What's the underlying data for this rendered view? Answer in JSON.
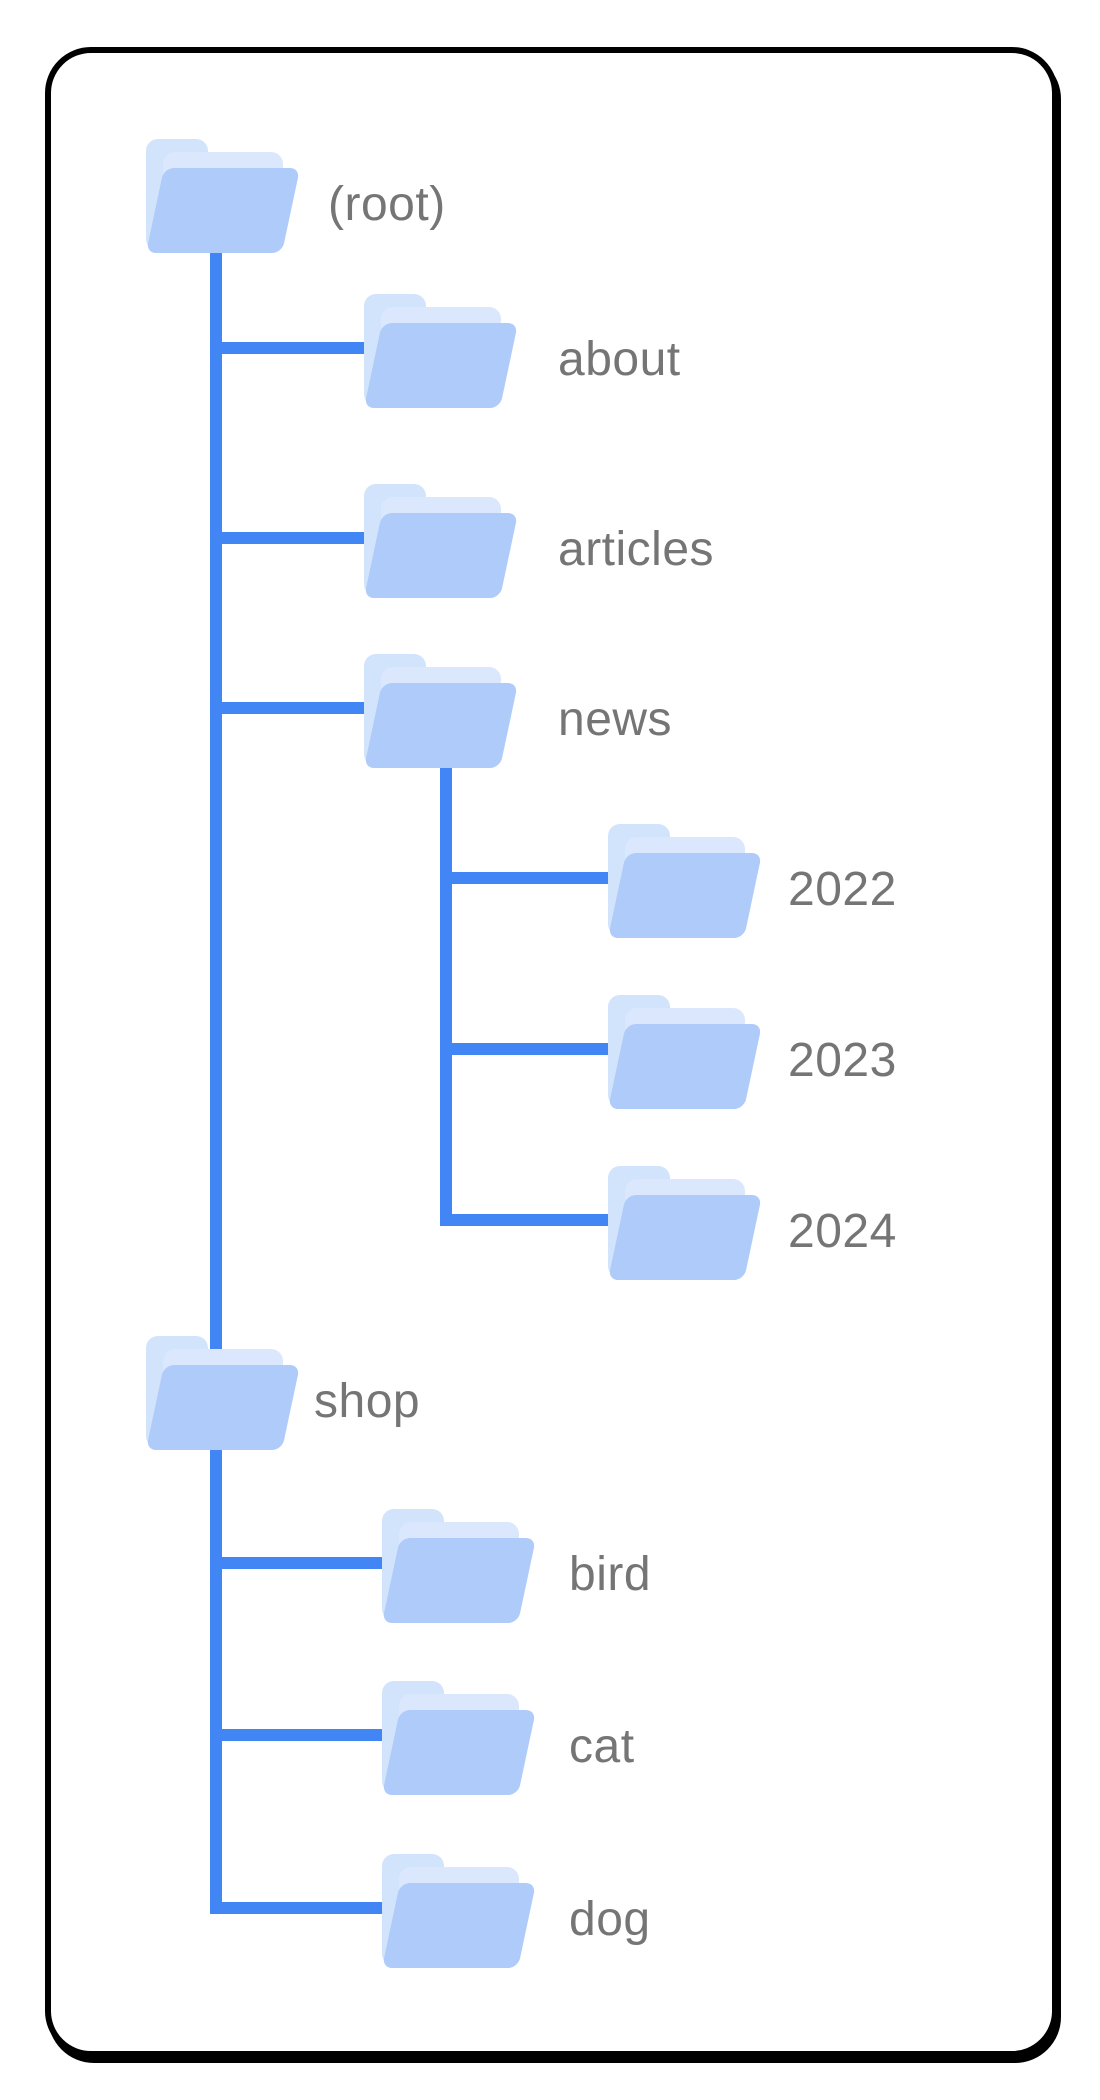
{
  "tree": {
    "label": "(root)",
    "children": [
      {
        "label": "about",
        "children": []
      },
      {
        "label": "articles",
        "children": []
      },
      {
        "label": "news",
        "children": [
          {
            "label": "2022"
          },
          {
            "label": "2023"
          },
          {
            "label": "2024"
          }
        ]
      },
      {
        "label": "shop",
        "children": [
          {
            "label": "bird"
          },
          {
            "label": "cat"
          },
          {
            "label": "dog"
          }
        ]
      }
    ]
  },
  "colors": {
    "connector_blue": "#4285F4",
    "folder_front": "#AECBFA",
    "folder_back": "#D2E3FC",
    "folder_paper": "#DBE7FD",
    "label_gray": "#757575",
    "card_border": "#000000",
    "card_background": "#FFFFFF"
  },
  "icons": {
    "folder-icon": "open-folder (css layered shape)"
  }
}
